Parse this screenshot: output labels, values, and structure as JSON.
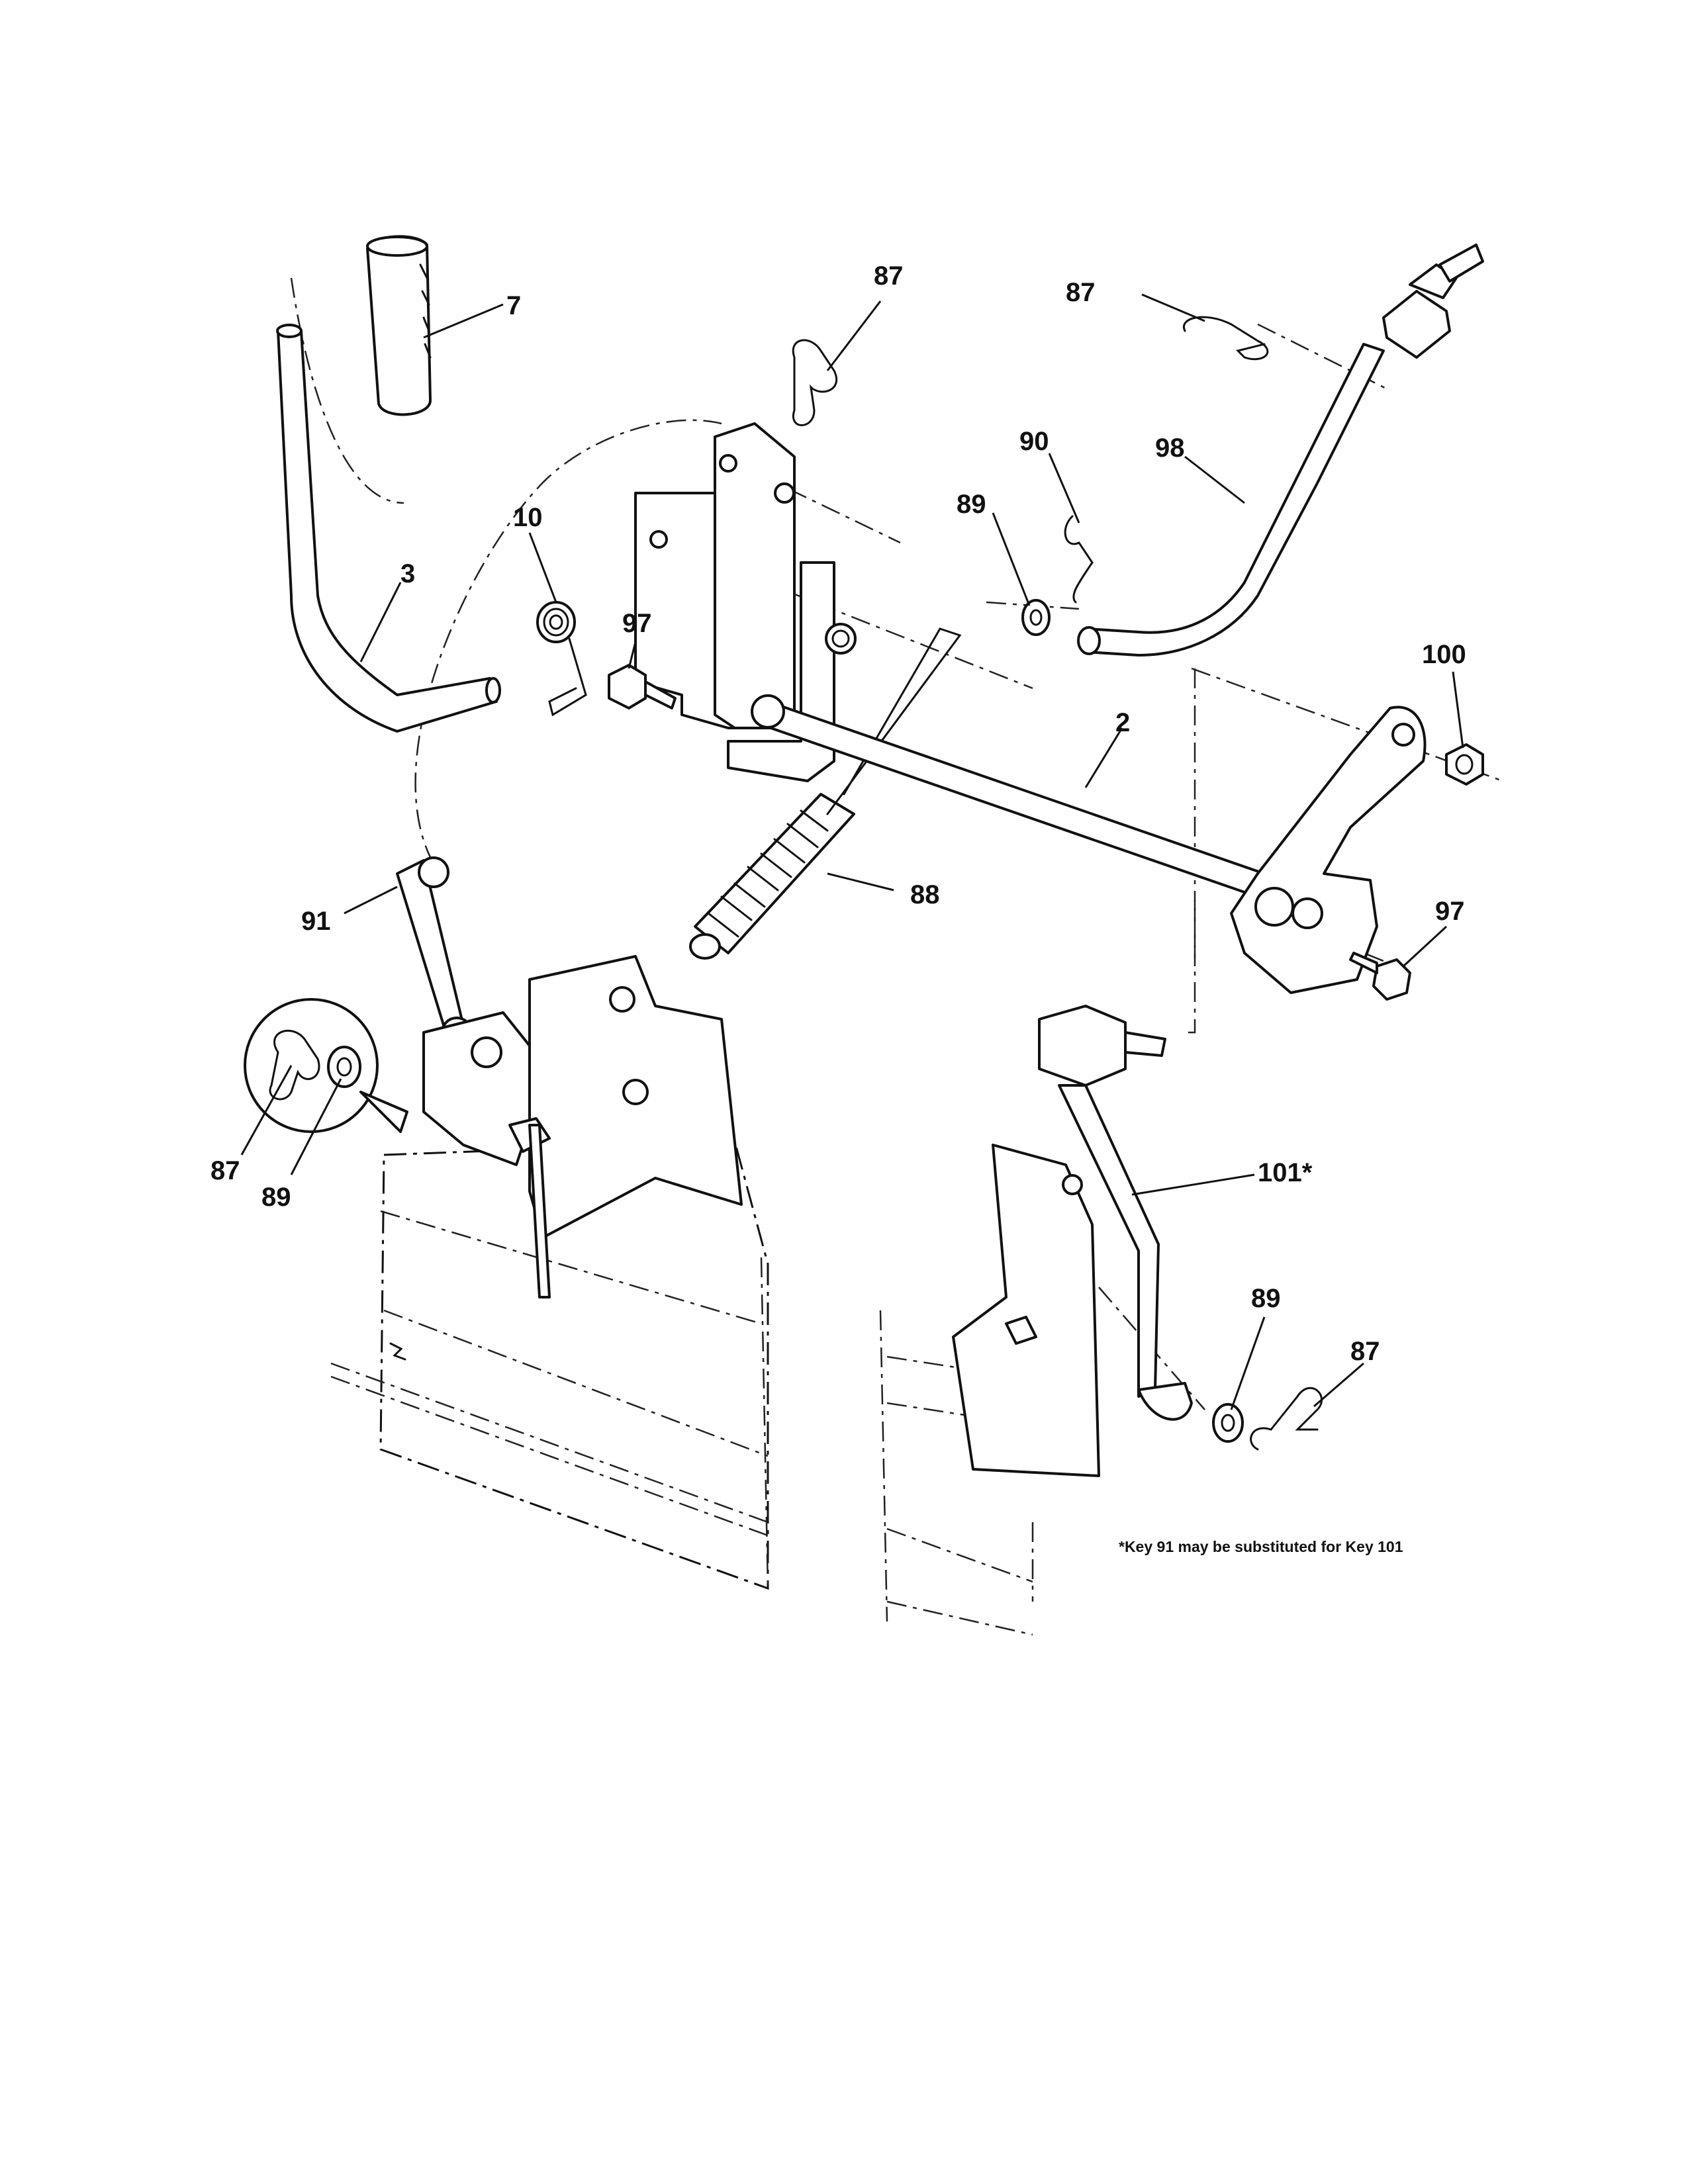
{
  "callouts": [
    {
      "id": "c7",
      "text": "7"
    },
    {
      "id": "c87a",
      "text": "87"
    },
    {
      "id": "c87b",
      "text": "87"
    },
    {
      "id": "c90",
      "text": "90"
    },
    {
      "id": "c98",
      "text": "98"
    },
    {
      "id": "c89a",
      "text": "89"
    },
    {
      "id": "c10",
      "text": "10"
    },
    {
      "id": "c3",
      "text": "3"
    },
    {
      "id": "c97a",
      "text": "97"
    },
    {
      "id": "c100",
      "text": "100"
    },
    {
      "id": "c2",
      "text": "2"
    },
    {
      "id": "c88",
      "text": "88"
    },
    {
      "id": "c91",
      "text": "91"
    },
    {
      "id": "c97b",
      "text": "97"
    },
    {
      "id": "c87c",
      "text": "87"
    },
    {
      "id": "c89b",
      "text": "89"
    },
    {
      "id": "c101",
      "text": "101*"
    },
    {
      "id": "c89c",
      "text": "89"
    },
    {
      "id": "c87d",
      "text": "87"
    }
  ],
  "footnote": "*Key 91 may be substituted for Key 101"
}
